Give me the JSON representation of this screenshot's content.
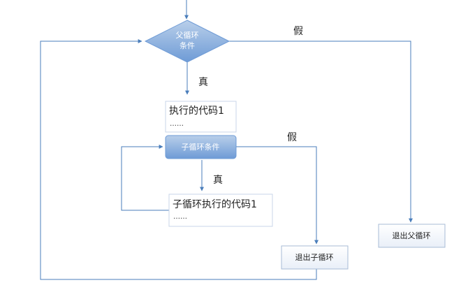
{
  "nodes": {
    "parent_condition": [
      "父循环",
      "条件"
    ],
    "parent_code": {
      "line1": "执行的代码1",
      "line2": "……"
    },
    "child_condition": "子循环条件",
    "child_code": {
      "line1": "子循环执行的代码1",
      "line2": "……"
    },
    "exit_child": "退出子循环",
    "exit_parent": "退出父循环"
  },
  "labels": {
    "parent_false": "假",
    "parent_true": "真",
    "child_false": "假",
    "child_true": "真"
  },
  "colors": {
    "line": "#4A7EBB",
    "node_fill_top": "#B9CFEA",
    "node_fill_bottom": "#6E9BD6",
    "box_border": "#C9D6E8"
  }
}
